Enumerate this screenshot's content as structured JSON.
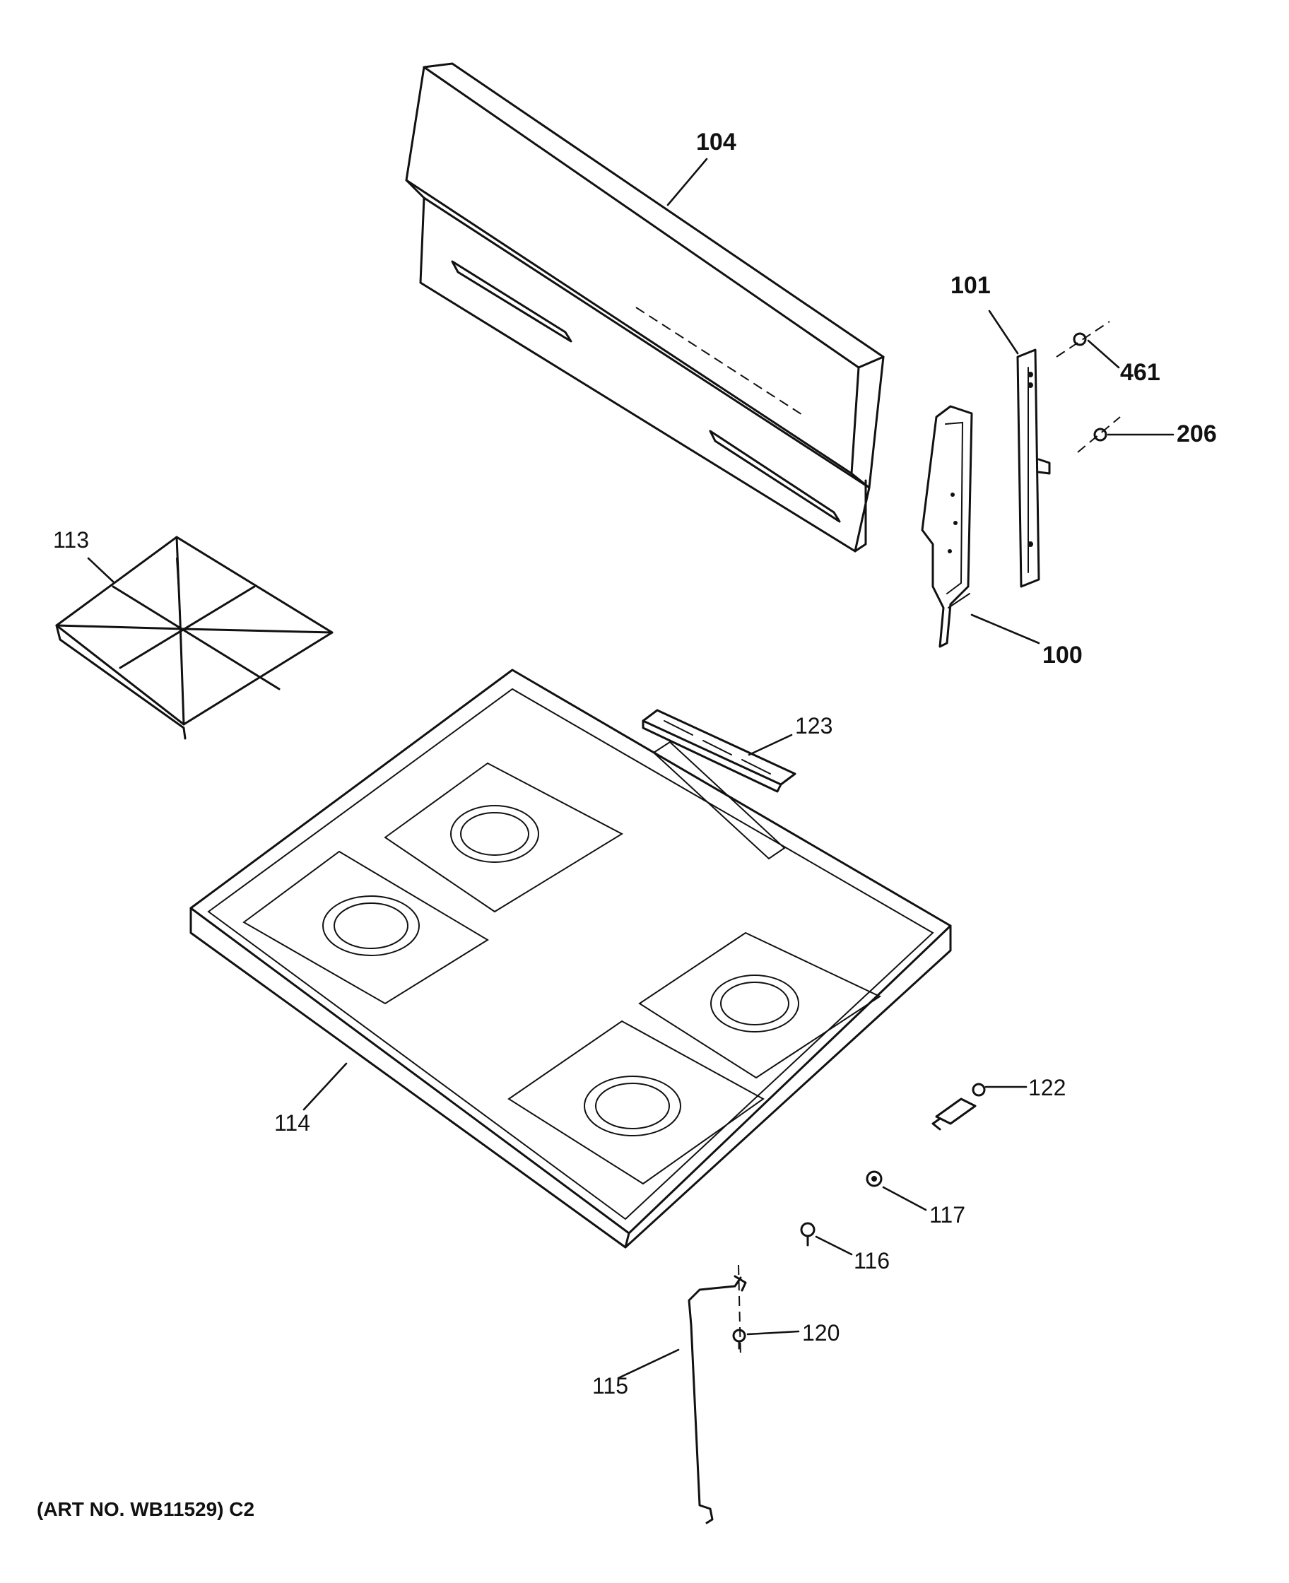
{
  "callouts": {
    "p104": "104",
    "p101": "101",
    "p461": "461",
    "p206": "206",
    "p113": "113",
    "p100": "100",
    "p123": "123",
    "p114": "114",
    "p122": "122",
    "p117": "117",
    "p116": "116",
    "p120": "120",
    "p115": "115"
  },
  "footer": {
    "art_number": "(ART NO. WB11529) C2"
  }
}
